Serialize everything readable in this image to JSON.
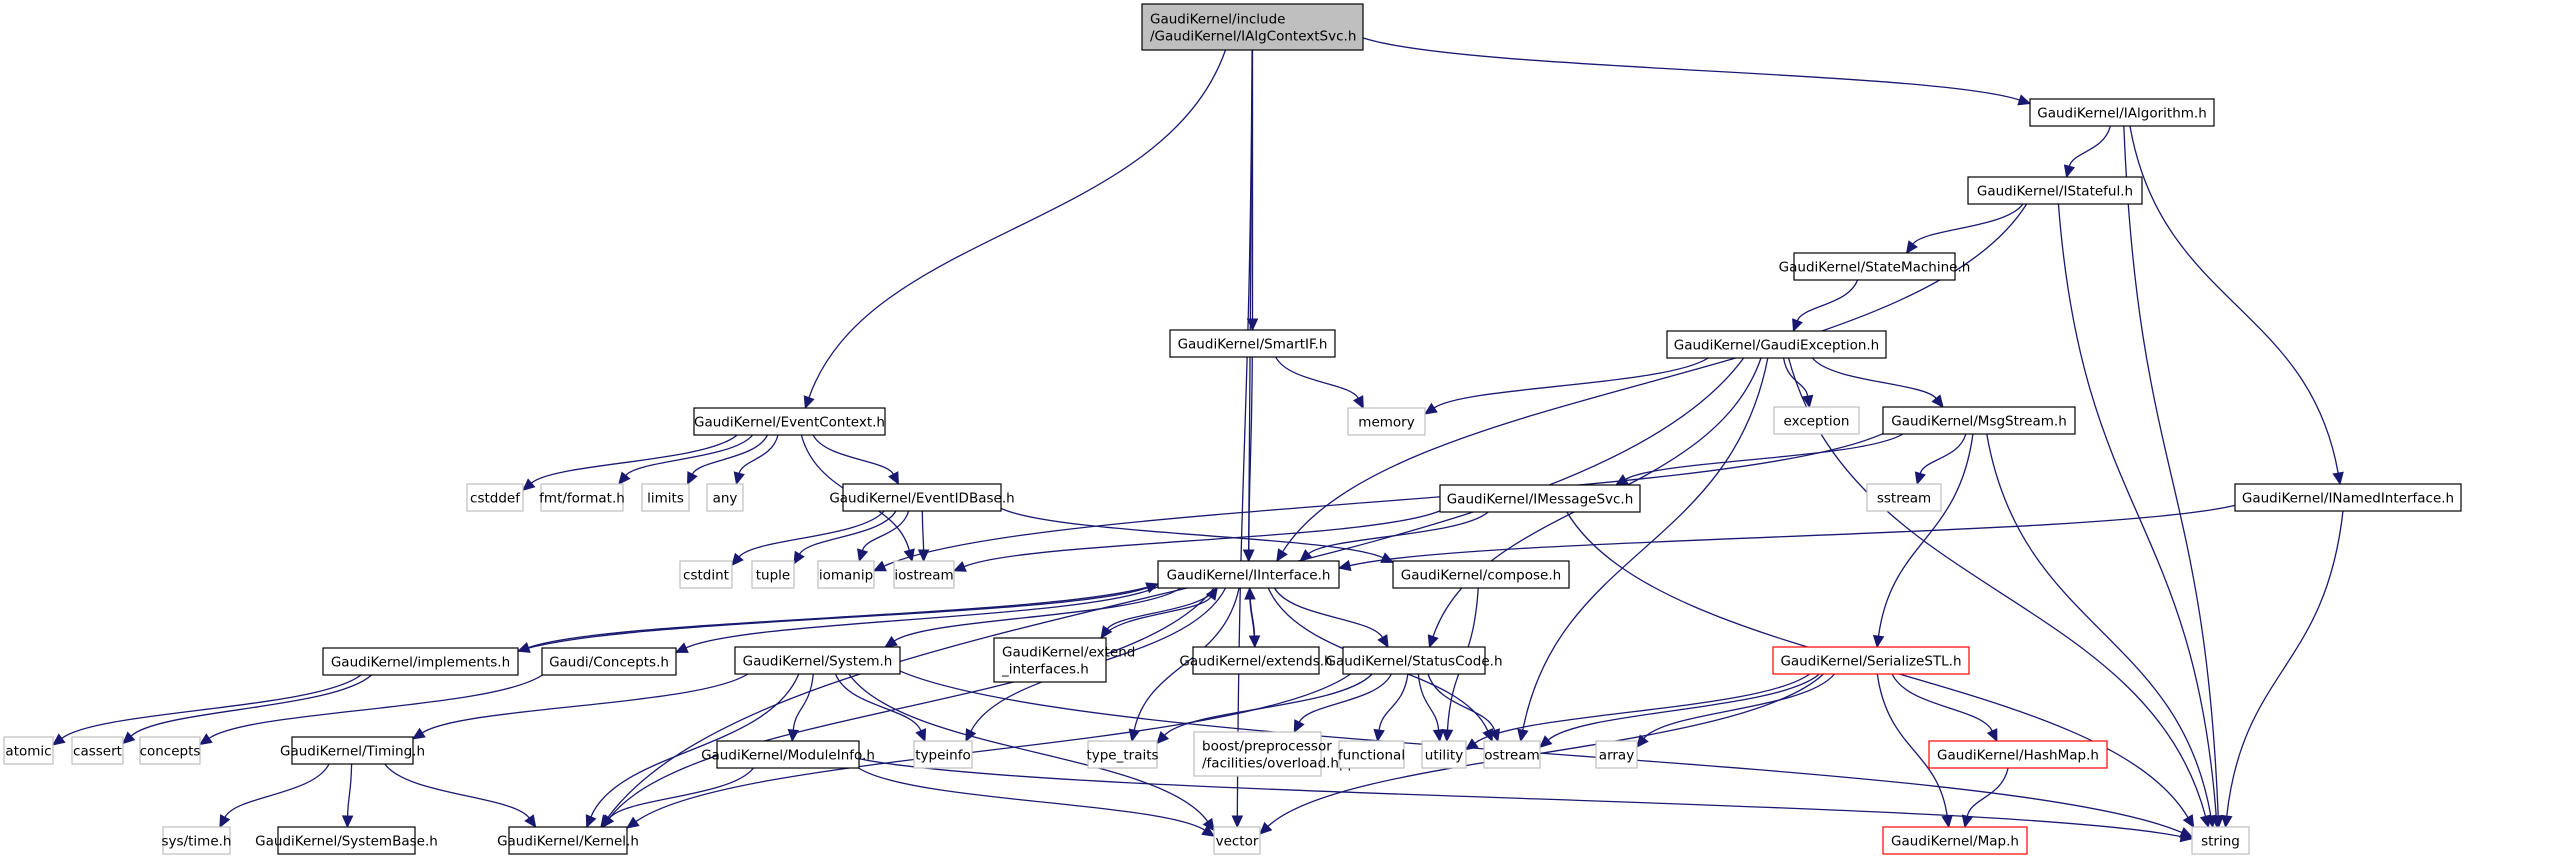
{
  "diagram": {
    "title": "GaudiKernel/include/GaudiKernel/IAlgContextSvc.h include dependency graph",
    "legend_colors": {
      "edge": "#191970",
      "root_fill": "#bfbfbf",
      "documented_border": "#000000",
      "external_border": "#bfbfbf",
      "truncated_border": "#ff0000"
    },
    "nodes": [
      {
        "id": "root",
        "kind": "root",
        "lines": [
          "GaudiKernel/include",
          "/GaudiKernel/IAlgContextSvc.h"
        ]
      },
      {
        "id": "IAlgorithm",
        "kind": "doc",
        "lines": [
          "GaudiKernel/IAlgorithm.h"
        ]
      },
      {
        "id": "IStateful",
        "kind": "doc",
        "lines": [
          "GaudiKernel/IStateful.h"
        ]
      },
      {
        "id": "StateMachine",
        "kind": "doc",
        "lines": [
          "GaudiKernel/StateMachine.h"
        ]
      },
      {
        "id": "SmartIF",
        "kind": "doc",
        "lines": [
          "GaudiKernel/SmartIF.h"
        ]
      },
      {
        "id": "GaudiException",
        "kind": "doc",
        "lines": [
          "GaudiKernel/GaudiException.h"
        ]
      },
      {
        "id": "memory",
        "kind": "ext",
        "lines": [
          "memory"
        ]
      },
      {
        "id": "exception",
        "kind": "ext",
        "lines": [
          "exception"
        ]
      },
      {
        "id": "MsgStream",
        "kind": "doc",
        "lines": [
          "GaudiKernel/MsgStream.h"
        ]
      },
      {
        "id": "EventContext",
        "kind": "doc",
        "lines": [
          "GaudiKernel/EventContext.h"
        ]
      },
      {
        "id": "cstddef",
        "kind": "ext",
        "lines": [
          "cstddef"
        ]
      },
      {
        "id": "fmtformat",
        "kind": "ext",
        "lines": [
          "fmt/format.h"
        ]
      },
      {
        "id": "limits",
        "kind": "ext",
        "lines": [
          "limits"
        ]
      },
      {
        "id": "any",
        "kind": "ext",
        "lines": [
          "any"
        ]
      },
      {
        "id": "EventIDBase",
        "kind": "doc",
        "lines": [
          "GaudiKernel/EventIDBase.h"
        ]
      },
      {
        "id": "IMessageSvc",
        "kind": "doc",
        "lines": [
          "GaudiKernel/IMessageSvc.h"
        ]
      },
      {
        "id": "sstream",
        "kind": "ext",
        "lines": [
          "sstream"
        ]
      },
      {
        "id": "INamedInterface",
        "kind": "doc",
        "lines": [
          "GaudiKernel/INamedInterface.h"
        ]
      },
      {
        "id": "cstdint",
        "kind": "ext",
        "lines": [
          "cstdint"
        ]
      },
      {
        "id": "tuple",
        "kind": "ext",
        "lines": [
          "tuple"
        ]
      },
      {
        "id": "iomanip",
        "kind": "ext",
        "lines": [
          "iomanip"
        ]
      },
      {
        "id": "iostream",
        "kind": "ext",
        "lines": [
          "iostream"
        ]
      },
      {
        "id": "IInterface",
        "kind": "doc",
        "lines": [
          "GaudiKernel/IInterface.h"
        ]
      },
      {
        "id": "compose",
        "kind": "doc",
        "lines": [
          "GaudiKernel/compose.h"
        ]
      },
      {
        "id": "implements",
        "kind": "doc",
        "lines": [
          "GaudiKernel/implements.h"
        ]
      },
      {
        "id": "Concepts",
        "kind": "doc",
        "lines": [
          "Gaudi/Concepts.h"
        ]
      },
      {
        "id": "System",
        "kind": "doc",
        "lines": [
          "GaudiKernel/System.h"
        ]
      },
      {
        "id": "extend_interfaces",
        "kind": "doc",
        "lines": [
          "GaudiKernel/extend",
          "_interfaces.h"
        ]
      },
      {
        "id": "extends",
        "kind": "doc",
        "lines": [
          "GaudiKernel/extends.h"
        ]
      },
      {
        "id": "StatusCode",
        "kind": "doc",
        "lines": [
          "GaudiKernel/StatusCode.h"
        ]
      },
      {
        "id": "SerializeSTL",
        "kind": "trunc",
        "lines": [
          "GaudiKernel/SerializeSTL.h"
        ]
      },
      {
        "id": "atomic",
        "kind": "ext",
        "lines": [
          "atomic"
        ]
      },
      {
        "id": "cassert",
        "kind": "ext",
        "lines": [
          "cassert"
        ]
      },
      {
        "id": "concepts",
        "kind": "ext",
        "lines": [
          "concepts"
        ]
      },
      {
        "id": "Timing",
        "kind": "doc",
        "lines": [
          "GaudiKernel/Timing.h"
        ]
      },
      {
        "id": "ModuleInfo",
        "kind": "doc",
        "lines": [
          "GaudiKernel/ModuleInfo.h"
        ]
      },
      {
        "id": "typeinfo",
        "kind": "ext",
        "lines": [
          "typeinfo"
        ]
      },
      {
        "id": "type_traits",
        "kind": "ext",
        "lines": [
          "type_traits"
        ]
      },
      {
        "id": "overload",
        "kind": "ext",
        "lines": [
          "boost/preprocessor",
          "/facilities/overload.hpp"
        ]
      },
      {
        "id": "functional",
        "kind": "ext",
        "lines": [
          "functional"
        ]
      },
      {
        "id": "utility",
        "kind": "ext",
        "lines": [
          "utility"
        ]
      },
      {
        "id": "ostream",
        "kind": "ext",
        "lines": [
          "ostream"
        ]
      },
      {
        "id": "array",
        "kind": "ext",
        "lines": [
          "array"
        ]
      },
      {
        "id": "HashMap",
        "kind": "trunc",
        "lines": [
          "GaudiKernel/HashMap.h"
        ]
      },
      {
        "id": "systime",
        "kind": "ext",
        "lines": [
          "sys/time.h"
        ]
      },
      {
        "id": "SystemBase",
        "kind": "doc",
        "lines": [
          "GaudiKernel/SystemBase.h"
        ]
      },
      {
        "id": "Kernel",
        "kind": "doc",
        "lines": [
          "GaudiKernel/Kernel.h"
        ]
      },
      {
        "id": "vector",
        "kind": "ext",
        "lines": [
          "vector"
        ]
      },
      {
        "id": "Map",
        "kind": "trunc",
        "lines": [
          "GaudiKernel/Map.h"
        ]
      },
      {
        "id": "string",
        "kind": "ext",
        "lines": [
          "string"
        ]
      }
    ],
    "edges": [
      [
        "root",
        "EventContext"
      ],
      [
        "root",
        "SmartIF"
      ],
      [
        "root",
        "IInterface"
      ],
      [
        "root",
        "IAlgorithm"
      ],
      [
        "root",
        "vector"
      ],
      [
        "IAlgorithm",
        "IStateful"
      ],
      [
        "IAlgorithm",
        "INamedInterface"
      ],
      [
        "IAlgorithm",
        "string"
      ],
      [
        "IStateful",
        "StateMachine"
      ],
      [
        "IStateful",
        "IInterface"
      ],
      [
        "IStateful",
        "string"
      ],
      [
        "StateMachine",
        "GaudiException"
      ],
      [
        "SmartIF",
        "memory"
      ],
      [
        "SmartIF",
        "IInterface"
      ],
      [
        "GaudiException",
        "memory"
      ],
      [
        "GaudiException",
        "exception"
      ],
      [
        "GaudiException",
        "MsgStream"
      ],
      [
        "GaudiException",
        "StatusCode"
      ],
      [
        "GaudiException",
        "ostream"
      ],
      [
        "GaudiException",
        "string"
      ],
      [
        "GaudiException",
        "Kernel"
      ],
      [
        "MsgStream",
        "IMessageSvc"
      ],
      [
        "MsgStream",
        "sstream"
      ],
      [
        "MsgStream",
        "SerializeSTL"
      ],
      [
        "MsgStream",
        "string"
      ],
      [
        "MsgStream",
        "iomanip"
      ],
      [
        "EventContext",
        "cstddef"
      ],
      [
        "EventContext",
        "fmtformat"
      ],
      [
        "EventContext",
        "limits"
      ],
      [
        "EventContext",
        "any"
      ],
      [
        "EventContext",
        "EventIDBase"
      ],
      [
        "EventContext",
        "iostream"
      ],
      [
        "EventIDBase",
        "cstdint"
      ],
      [
        "EventIDBase",
        "tuple"
      ],
      [
        "EventIDBase",
        "iomanip"
      ],
      [
        "EventIDBase",
        "iostream"
      ],
      [
        "EventIDBase",
        "compose"
      ],
      [
        "IMessageSvc",
        "IInterface"
      ],
      [
        "IMessageSvc",
        "iostream"
      ],
      [
        "IMessageSvc",
        "string"
      ],
      [
        "INamedInterface",
        "IInterface"
      ],
      [
        "INamedInterface",
        "string"
      ],
      [
        "IInterface",
        "implements"
      ],
      [
        "IInterface",
        "Concepts"
      ],
      [
        "IInterface",
        "System"
      ],
      [
        "IInterface",
        "extend_interfaces"
      ],
      [
        "IInterface",
        "extends"
      ],
      [
        "IInterface",
        "StatusCode"
      ],
      [
        "IInterface",
        "typeinfo"
      ],
      [
        "IInterface",
        "type_traits"
      ],
      [
        "IInterface",
        "ostream"
      ],
      [
        "IInterface",
        "Kernel"
      ],
      [
        "compose",
        "utility"
      ],
      [
        "implements",
        "IInterface"
      ],
      [
        "implements",
        "atomic"
      ],
      [
        "implements",
        "cassert"
      ],
      [
        "Concepts",
        "concepts"
      ],
      [
        "extend_interfaces",
        "IInterface"
      ],
      [
        "extends",
        "IInterface"
      ],
      [
        "System",
        "Timing"
      ],
      [
        "System",
        "ModuleInfo"
      ],
      [
        "System",
        "typeinfo"
      ],
      [
        "System",
        "Kernel"
      ],
      [
        "System",
        "vector"
      ],
      [
        "System",
        "string"
      ],
      [
        "StatusCode",
        "type_traits"
      ],
      [
        "StatusCode",
        "overload"
      ],
      [
        "StatusCode",
        "functional"
      ],
      [
        "StatusCode",
        "utility"
      ],
      [
        "StatusCode",
        "ostream"
      ],
      [
        "StatusCode",
        "Kernel"
      ],
      [
        "SerializeSTL",
        "utility"
      ],
      [
        "SerializeSTL",
        "ostream"
      ],
      [
        "SerializeSTL",
        "array"
      ],
      [
        "SerializeSTL",
        "HashMap"
      ],
      [
        "SerializeSTL",
        "Map"
      ],
      [
        "SerializeSTL",
        "vector"
      ],
      [
        "HashMap",
        "Map"
      ],
      [
        "Timing",
        "systime"
      ],
      [
        "Timing",
        "SystemBase"
      ],
      [
        "Timing",
        "Kernel"
      ],
      [
        "ModuleInfo",
        "Kernel"
      ],
      [
        "ModuleInfo",
        "vector"
      ],
      [
        "ModuleInfo",
        "string"
      ]
    ]
  }
}
